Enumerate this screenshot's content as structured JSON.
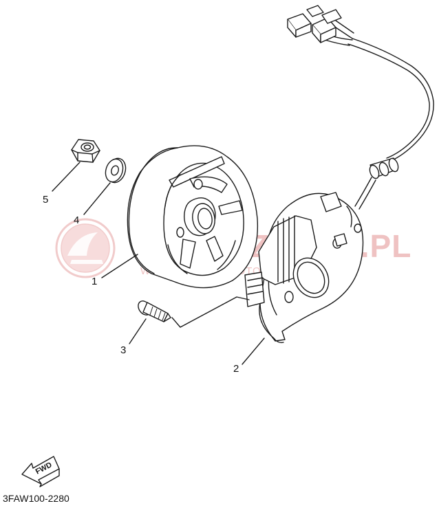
{
  "diagram": {
    "code": "3FAW100-2280",
    "fwd_label": "FWD",
    "callouts": [
      {
        "id": "1",
        "label": "1"
      },
      {
        "id": "2",
        "label": "2"
      },
      {
        "id": "3",
        "label": "3"
      },
      {
        "id": "4",
        "label": "4"
      },
      {
        "id": "5",
        "label": "5"
      }
    ]
  },
  "watermark": {
    "title": "YAMASZCZAK.PL",
    "subtitle": "WSZYSTKO DO MOTOCYKLI YAMAHA",
    "color": "#efc2c2"
  },
  "colors": {
    "line": "#1a1a1a",
    "background": "#ffffff"
  }
}
